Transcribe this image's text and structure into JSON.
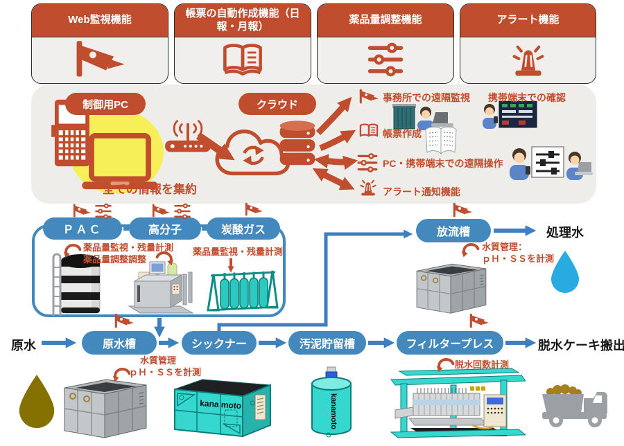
{
  "colors": {
    "accent_red": "#c04e2e",
    "pill_blue": "#4389be",
    "arrow_blue": "#3d7fbf",
    "panel_gray": "#efedea",
    "equipment_teal": "#36d7ce",
    "treated_water_blue": "#29abe2",
    "raw_water_olive": "#847102",
    "highlight_yellow": "#f7ef57"
  },
  "feature_cards": [
    {
      "title": "Web監視機能",
      "icon": "cctv-camera-icon"
    },
    {
      "title": "帳票の自動作成機能（日報・月報）",
      "icon": "report-book-icon"
    },
    {
      "title": "薬品量調整機能",
      "icon": "sliders-icon"
    },
    {
      "title": "アラート機能",
      "icon": "alarm-icon"
    }
  ],
  "hub": {
    "control_pc_label": "制御用PC",
    "aggregate_note": "全ての情報を集約",
    "cloud_label": "クラウド",
    "remote_items": [
      {
        "icon": "cctv-camera-icon",
        "label": "事務所での遠隔監視",
        "label2": "携帯端末での確認"
      },
      {
        "icon": "report-book-icon",
        "label": "帳票作成"
      },
      {
        "icon": "sliders-icon",
        "label": "PC・携帯端末での遠隔操作"
      },
      {
        "icon": "alarm-icon",
        "label": "アラート通知機能"
      }
    ]
  },
  "chemical_dosing": {
    "chemicals": [
      {
        "label": "ＰＡＣ"
      },
      {
        "label": "高分子"
      },
      {
        "label": "炭酸ガス"
      }
    ],
    "note_pac_polymer_line1": "薬品量監視・残量計測",
    "note_pac_polymer_line2": "薬品量調整調整",
    "note_gas": "薬品量監視・残量計測"
  },
  "discharge": {
    "tank_label": "放流槽",
    "output_label": "処理水",
    "note_line1": "水質管理：",
    "note_line2": "ｐＨ・ＳＳを計測"
  },
  "process_flow": {
    "input_label": "原水",
    "stages": [
      {
        "label": "原水槽"
      },
      {
        "label": "シックナー"
      },
      {
        "label": "汚泥貯留槽"
      },
      {
        "label": "フィルタープレス"
      }
    ],
    "output_label": "脱水ケーキ搬出",
    "raw_tank_note_line1": "水質管理",
    "raw_tank_note_line2": "ｐＨ・ＳＳを計測",
    "filter_press_note": "脱水回数計測"
  },
  "equipment": {
    "thickener_brand": "kana moto",
    "sludge_tank_brand": "kanamoto"
  }
}
